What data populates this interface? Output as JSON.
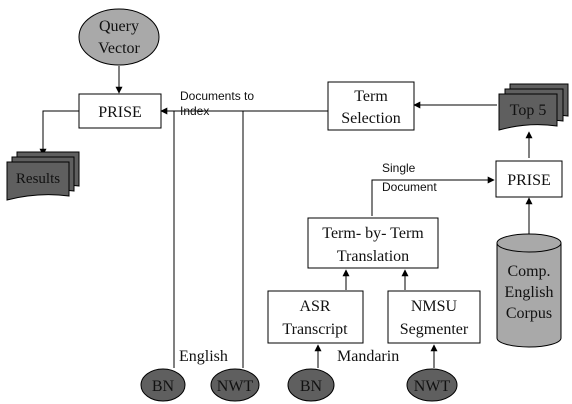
{
  "nodes": {
    "query_vector": {
      "line1": "Query",
      "line2": "Vector"
    },
    "prise_left": "PRISE",
    "results": "Results",
    "term_selection": {
      "line1": "Term",
      "line2": "Selection"
    },
    "top5": "Top 5",
    "prise_right": "PRISE",
    "term_translation": {
      "line1": "Term- by- Term",
      "line2": "Translation"
    },
    "asr_transcript": {
      "line1": "ASR",
      "line2": "Transcript"
    },
    "nmsu_segmenter": {
      "line1": "NMSU",
      "line2": "Segmenter"
    },
    "corpus": {
      "line1": "Comp.",
      "line2": "English",
      "line3": "Corpus"
    },
    "bn_english": "BN",
    "nwt_english": "NWT",
    "bn_mandarin": "BN",
    "nwt_mandarin": "NWT"
  },
  "labels": {
    "documents_to_index": {
      "line1": "Documents to",
      "line2": "Index"
    },
    "single_document": {
      "line1": "Single",
      "line2": "Document"
    },
    "english": "English",
    "mandarin": "Mandarin"
  },
  "colors": {
    "gray_fill": "#a9a9a9",
    "dark_fill": "#5f5f5f",
    "line": "#000000"
  }
}
